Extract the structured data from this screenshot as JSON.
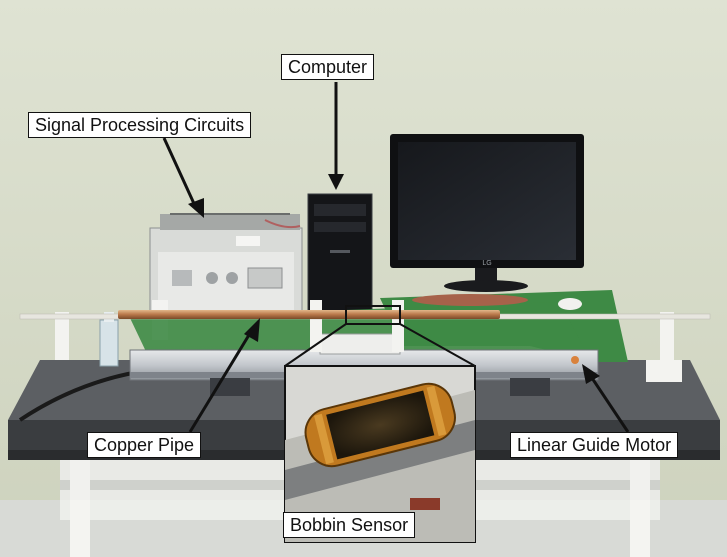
{
  "labels": {
    "computer": "Computer",
    "signal_processing": "Signal Processing Circuits",
    "copper_pipe": "Copper Pipe",
    "linear_guide_motor": "Linear Guide Motor",
    "bobbin_sensor": "Bobbin Sensor"
  },
  "monitor_brand": "LG"
}
